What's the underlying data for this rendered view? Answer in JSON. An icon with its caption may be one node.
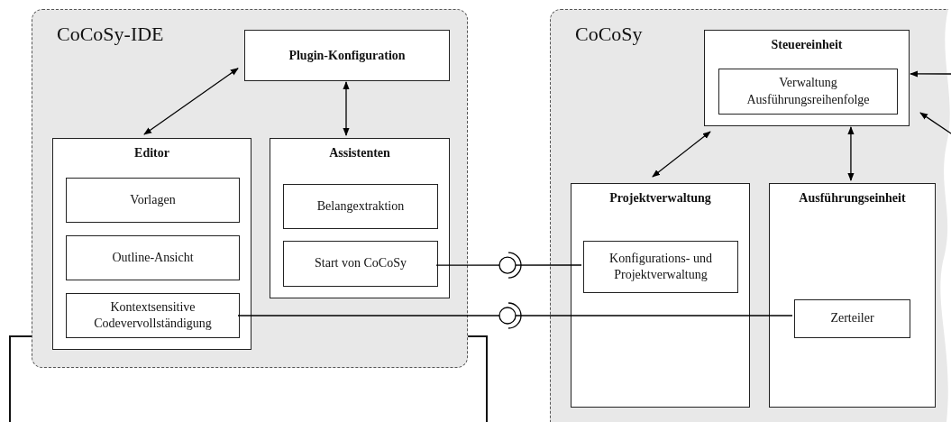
{
  "diagram": {
    "nodes": [
      {
        "text": [
          "CoCoSy-IDE"
        ]
      },
      {
        "text": [
          "Plugin-Konfiguration"
        ],
        "in": 0
      },
      {
        "text": [
          "Editor"
        ],
        "in": 0
      },
      {
        "text": [
          "Vorlagen"
        ],
        "in": 2
      },
      {
        "text": [
          "Outline-Ansicht"
        ],
        "in": 2
      },
      {
        "text": [
          "Kontextsensitive Codevervollständigung"
        ],
        "in": 2
      },
      {
        "text": [
          "Assistenten"
        ],
        "in": 0
      },
      {
        "text": [
          "Belangextraktion"
        ],
        "in": 6
      },
      {
        "text": [
          "Start von CoCoSy"
        ],
        "in": 6
      },
      {
        "text": [
          "CoCoSy"
        ]
      },
      {
        "text": [
          "Steuereinheit"
        ],
        "in": 9
      },
      {
        "text": [
          "Verwaltung Ausführungsreihenfolge"
        ],
        "in": 10
      },
      {
        "text": [
          "Projektverwaltung"
        ],
        "in": 9
      },
      {
        "text": [
          "Konfigurations- und Projektverwaltung"
        ],
        "in": 12
      },
      {
        "text": [
          "Ausführungseinheit"
        ],
        "in": 9
      },
      {
        "text": [
          "Zerteiler"
        ],
        "in": 14
      },
      {
        "text": [],
        "shape": "box"
      }
    ],
    "edges": [
      {
        "from": 1,
        "to": 2,
        "arrow": "both"
      },
      {
        "from": 1,
        "to": 6,
        "arrow": "both"
      },
      {
        "from": 8,
        "to": 13,
        "arrow": "none"
      },
      {
        "from": 5,
        "to": 15,
        "arrow": "none"
      },
      {
        "from": 10,
        "to": 12,
        "arrow": "both"
      },
      {
        "from": 10,
        "to": 14,
        "arrow": "both"
      },
      {
        "from": null,
        "to": 10,
        "arrow": "to"
      },
      {
        "from": null,
        "to": 10,
        "arrow": "to"
      }
    ]
  }
}
